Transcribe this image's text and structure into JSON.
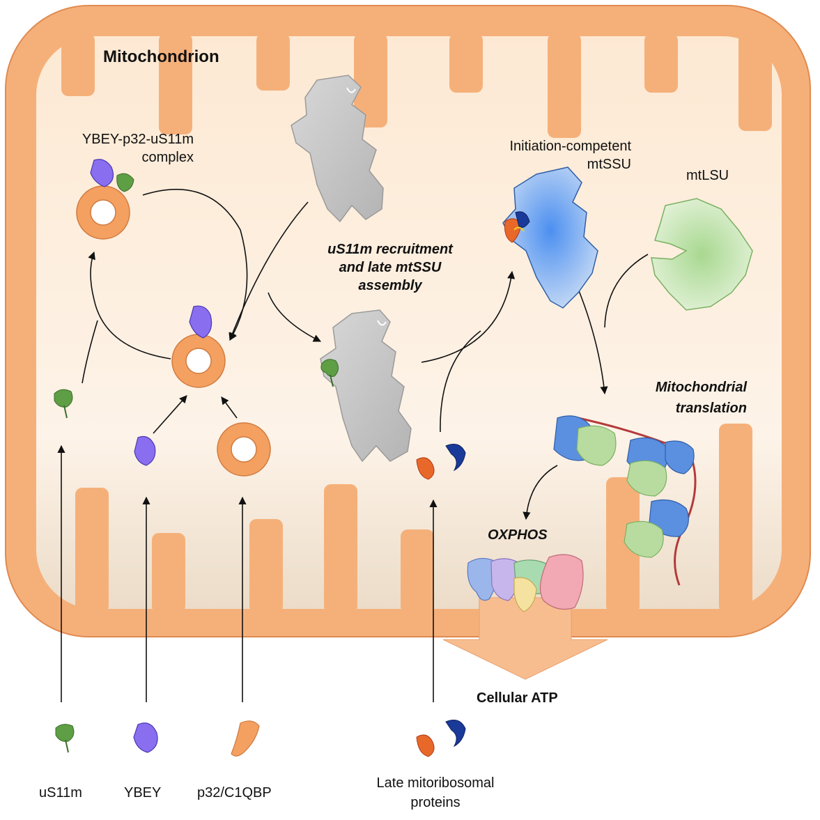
{
  "title": "Mitochondrion",
  "labels": {
    "complex_line1": "YBEY-p32-uS11m",
    "complex_line2": "complex",
    "recruit_line1": "uS11m recruitment",
    "recruit_line2": "and late mtSSU",
    "recruit_line3": "assembly",
    "init_line1": "Initiation-competent",
    "init_line2": "mtSSU",
    "mtlsu": "mtLSU",
    "translation_line1": "Mitochondrial",
    "translation_line2": "translation",
    "oxphos": "OXPHOS",
    "atp": "Cellular ATP"
  },
  "legend": {
    "us11m": "uS11m",
    "ybey": "YBEY",
    "p32": "p32/C1QBP",
    "late_line1": "Late mitoribosomal",
    "late_line2": "proteins"
  },
  "colors": {
    "membrane": "#f5b07a",
    "membrane_stroke": "#e8925a",
    "matrix": "#fdeede",
    "mtssu_blue": "#5b8fe0",
    "mtlsu_green": "#b8dca0",
    "uS11m_green": "#4e9a3c",
    "ybey_purple": "#8a6ef0",
    "p32_orange": "#f3a060",
    "mito_grey": "#c4c4c4",
    "mrna_red": "#b43a3a"
  }
}
